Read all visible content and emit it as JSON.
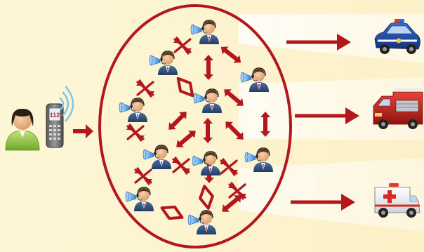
{
  "caller": {
    "phone_number": "112"
  },
  "colors": {
    "background": "#fdf6d6",
    "accent_red": "#b3161b",
    "headset_blue": "#3a7fd1",
    "person_green": "#8cc63f"
  },
  "icons": {
    "caller": "woman-caller-icon",
    "phone": "mobile-phone-icon",
    "operator": "call-center-operator-icon",
    "police": "police-car-icon",
    "fire": "fire-truck-icon",
    "ambulance": "ambulance-icon"
  },
  "services": [
    "police",
    "fire",
    "ambulance"
  ]
}
